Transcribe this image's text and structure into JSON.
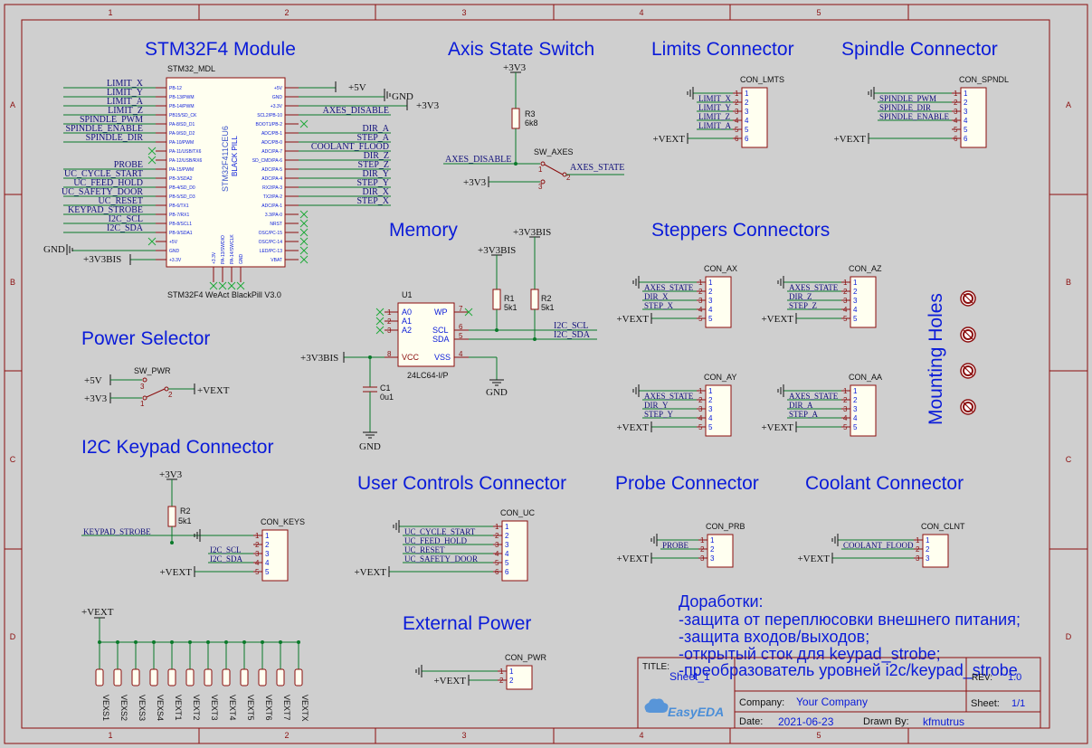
{
  "frame": {
    "cols": [
      "1",
      "2",
      "3",
      "4",
      "5"
    ],
    "rows": [
      "A",
      "B",
      "C",
      "D"
    ]
  },
  "sections": {
    "stm32": "STM32F4 Module",
    "axis_switch": "Axis State Switch",
    "limits": "Limits Connector",
    "spindle": "Spindle Connector",
    "memory": "Memory",
    "steppers": "Steppers Connectors",
    "power_selector": "Power Selector",
    "i2c_keypad": "I2C Keypad Connector",
    "user_controls": "User Controls Connector",
    "probe": "Probe Connector",
    "coolant": "Coolant Connector",
    "external_power": "External Power",
    "mounting_holes": "Mounting Holes"
  },
  "nets": {
    "p5v": "+5V",
    "gnd": "GND",
    "p3v3": "+3V3",
    "p3v3bis": "+3V3BIS",
    "pvext": "+VEXT",
    "axes_disable": "AXES_DISABLE",
    "axes_state": "AXES_STATE",
    "i2c_scl": "I2C_SCL",
    "i2c_sda": "I2C_SDA"
  },
  "pins": {
    "n1": "1",
    "n2": "2",
    "n3": "3",
    "n4": "4",
    "n5": "5",
    "n6": "6",
    "n7": "7",
    "n8": "8"
  },
  "stm32": {
    "ref": "STM32_MDL",
    "name": "STM32F4 WeAct BlackPill V3.0",
    "chip": "STM32F411CEU6",
    "board": "BLACK PILL",
    "left_pins": [
      "PB-12",
      "PB-13/PWM",
      "PB-14/PWM",
      "PB15/SD_CK",
      "PA-8/SD_D1",
      "PA-9/SD_D2",
      "PA-10/PWM",
      "PA-11/USB/TX6",
      "PA-12/USB/RX6",
      "PA-15/PWM",
      "PB-3/SDA2",
      "PB-4/SD_D0",
      "PB-5/SD_D3",
      "PB-6/TX1",
      "PB-7/RX1",
      "PB-8/SCL1",
      "PB-9/SDA1",
      "+5V",
      "GND",
      "+3.3V"
    ],
    "right_pins": [
      "+5V",
      "GND",
      "+3.3V",
      "SCL2/PB-10",
      "BOOT1/PB-2",
      "ADC/PB-1",
      "ADC/PB-0",
      "ADC/PA-7",
      "SD_CMD/PA-6",
      "ADC/PA-5",
      "ADC/PA-4",
      "RX2/PA-3",
      "TX2/PA-2",
      "ADC/PA-1",
      "3.3/PA-0",
      "NRST",
      "OSC/PC-15",
      "OSC/PC-14",
      "LED/PC-13",
      "VBAT"
    ],
    "bottom_pins": [
      "+3.3V",
      "PA-13/SWDIO",
      "PA-14/SWCLK",
      "GND"
    ],
    "left_nets": [
      "LIMIT_X",
      "LIMIT_Y",
      "LIMIT_A",
      "LIMIT_Z",
      "SPINDLE_PWM",
      "SPINDLE_ENABLE",
      "SPINDLE_DIR",
      "",
      "",
      "PROBE",
      "UC_CYCLE_START",
      "UC_FEED_HOLD",
      "UC_SAFETY_DOOR",
      "UC_RESET",
      "KEYPAD_STROBE",
      "I2C_SCL",
      "I2C_SDA",
      "",
      "",
      ""
    ],
    "right_nets": [
      "",
      "",
      "",
      "AXES_DISABLE",
      "",
      "DIR_A",
      "STEP_A",
      "COOLANT_FLOOD",
      "DIR_Z",
      "STEP_Z",
      "DIR_Y",
      "STEP_Y",
      "DIR_X",
      "STEP_X",
      "",
      "",
      "",
      "",
      "",
      ""
    ]
  },
  "axis_switch": {
    "r_ref": "R3",
    "r_val": "6k8",
    "sw_ref": "SW_AXES"
  },
  "memory": {
    "ref": "U1",
    "part": "24LC64-I/P",
    "pins": {
      "a0": "A0",
      "a1": "A1",
      "a2": "A2",
      "wp": "WP",
      "scl": "SCL",
      "sda": "SDA",
      "vss": "VSS",
      "vcc": "VCC"
    },
    "r1_ref": "R1",
    "r2_ref": "R2",
    "r_val": "5k1",
    "c_ref": "C1",
    "c_val": "0u1"
  },
  "power_selector": {
    "ref": "SW_PWR"
  },
  "keypad": {
    "r_ref": "R2",
    "r_val": "5k1"
  },
  "connectors": [
    {
      "ref": "CON_LMTS",
      "nets": [
        "",
        "LIMIT_X",
        "LIMIT_Y",
        "LIMIT_Z",
        "LIMIT_A",
        "+VEXT"
      ]
    },
    {
      "ref": "CON_SPNDL",
      "nets": [
        "",
        "SPINDLE_PWM",
        "SPINDLE_DIR",
        "SPINDLE_ENABLE",
        "",
        "+VEXT"
      ]
    },
    {
      "ref": "CON_AX",
      "nets": [
        "",
        "AXES_STATE",
        "DIR_X",
        "STEP_X",
        "+VEXT"
      ]
    },
    {
      "ref": "CON_AZ",
      "nets": [
        "",
        "AXES_STATE",
        "DIR_Z",
        "STEP_Z",
        "+VEXT"
      ]
    },
    {
      "ref": "CON_AY",
      "nets": [
        "",
        "AXES_STATE",
        "DIR_Y",
        "STEP_Y",
        "+VEXT"
      ]
    },
    {
      "ref": "CON_AA",
      "nets": [
        "",
        "AXES_STATE",
        "DIR_A",
        "STEP_A",
        "+VEXT"
      ]
    },
    {
      "ref": "CON_KEYS",
      "nets": [
        "KEYPAD_STROBE",
        "",
        "I2C_SCL",
        "I2C_SDA",
        "+VEXT"
      ]
    },
    {
      "ref": "CON_UC",
      "nets": [
        "",
        "UC_CYCLE_START",
        "UC_FEED_HOLD",
        "UC_RESET",
        "UC_SAFETY_DOOR",
        "+VEXT"
      ]
    },
    {
      "ref": "CON_PRB",
      "nets": [
        "",
        "PROBE",
        "+VEXT"
      ]
    },
    {
      "ref": "CON_CLNT",
      "nets": [
        "",
        "COOLANT_FLOOD",
        "+VEXT"
      ]
    },
    {
      "ref": "CON_PWR",
      "nets": [
        "",
        "+VEXT"
      ]
    }
  ],
  "vext_labels": [
    "VEXS1",
    "VEXS2",
    "VEXS3",
    "VEXS4",
    "VEXT1",
    "VEXT2",
    "VEXT3",
    "VEXT4",
    "VEXT5",
    "VEXT6",
    "VEXT7",
    "VEXTX"
  ],
  "notes": [
    "Доработки:",
    "-защита от переплюсовки внешнего питания;",
    "-защита входов/выходов;",
    "-открытый сток для keypad_strobe;",
    "-преобразователь уровней i2c/keypad_strobe"
  ],
  "title_block": {
    "title_label": "TITLE:",
    "title_value": "Sheet_1",
    "rev_label": "REV:",
    "rev_value": "1.0",
    "company_label": "Company:",
    "company_value": "Your Company",
    "sheet_label": "Sheet:",
    "sheet_value": "1/1",
    "date_label": "Date:",
    "date_value": "2021-06-23",
    "drawn_label": "Drawn By:",
    "drawn_value": "kfmutrus",
    "logo": "EasyEDA"
  }
}
